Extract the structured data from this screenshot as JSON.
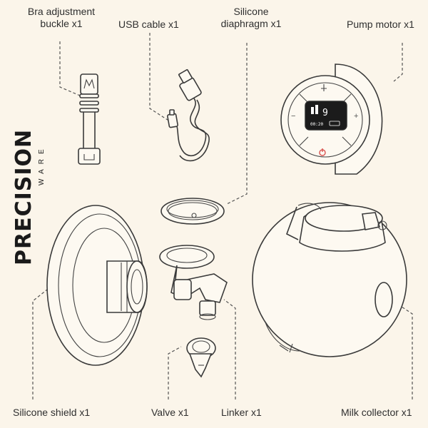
{
  "brand": {
    "name": "PRECISION",
    "sub": "WARE"
  },
  "labels": {
    "bra_buckle_line1": "Bra adjustment",
    "bra_buckle_line2": "buckle x1",
    "usb_cable": "USB cable x1",
    "diaphragm_line1": "Silicone",
    "diaphragm_line2": "diaphragm x1",
    "pump_motor": "Pump motor x1",
    "silicone_shield": "Silicone shield x1",
    "valve": "Valve x1",
    "linker": "Linker x1",
    "milk_collector": "Milk collector x1"
  },
  "display": {
    "level": "9",
    "time": "00:20"
  },
  "colors": {
    "background": "#fbf5ea",
    "line": "#3a3a3a",
    "power_icon": "#d9534f",
    "screen": "#1b1b1b"
  }
}
